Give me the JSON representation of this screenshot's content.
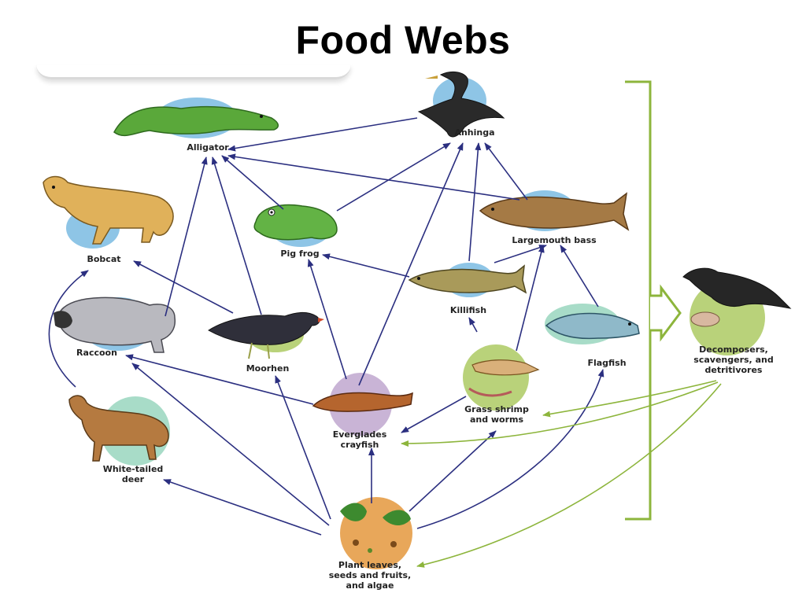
{
  "slide": {
    "title": "Food Webs"
  },
  "organisms": {
    "alligator": "Alligator",
    "anhinga": "Anhinga",
    "bobcat": "Bobcat",
    "pig_frog": "Pig frog",
    "largemouth_bass": "Largemouth bass",
    "killifish": "Killifish",
    "raccoon": "Raccoon",
    "moorhen": "Moorhen",
    "flagfish": "Flagfish",
    "decomposers": "Decomposers,\nscavengers, and\ndetritivores",
    "grass_shrimp": "Grass shrimp\nand worms",
    "crayfish": "Everglades\ncrayfish",
    "deer": "White-tailed\ndeer",
    "plants": "Plant leaves,\nseeds and fruits,\nand algae"
  },
  "colors": {
    "arrow_feeding": "#2b2f80",
    "arrow_decomposer": "#8db53c",
    "bracket": "#8db53c",
    "disc_blue": "#8ec5e6",
    "disc_green": "#b9d27a",
    "disc_orange": "#e8a75a",
    "disc_mint": "#a8dcc8"
  }
}
